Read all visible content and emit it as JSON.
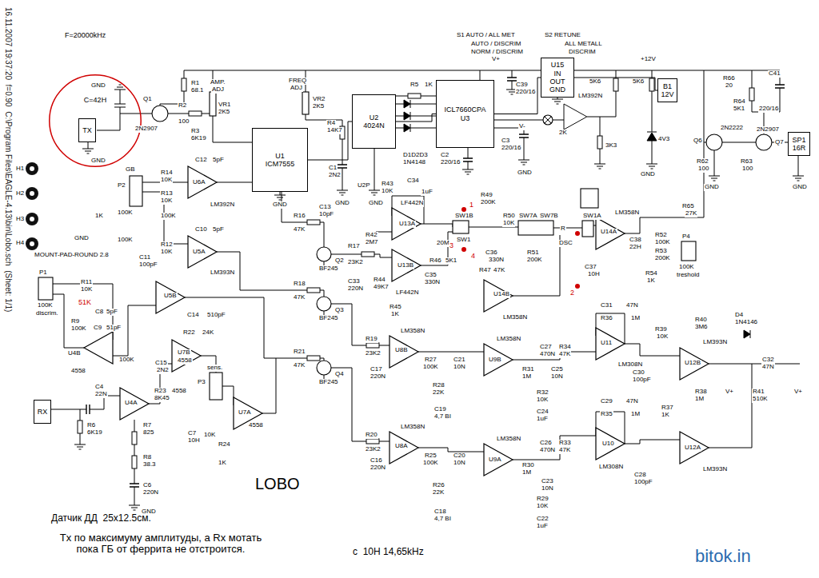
{
  "diagram": {
    "title": "LOBO",
    "nodes": [
      {
        "text": [
          "C=42H"
        ]
      },
      {
        "text": [
          "TX"
        ],
        "in": 0
      },
      {
        "text": [
          "RX"
        ]
      },
      {
        "text": [
          "U1",
          "ICM7555"
        ]
      },
      {
        "text": [
          "U2",
          "4024N"
        ]
      },
      {
        "text": [
          "ICL7660CPA",
          "U3"
        ]
      },
      {
        "text": [
          "U15",
          "IN",
          "OUT",
          "GND"
        ]
      },
      {
        "text": [
          "B1",
          "12V"
        ]
      },
      {
        "text": [
          "SP1",
          "16R"
        ]
      }
    ],
    "edges": [
      {
        "from": 3,
        "to": 4,
        "arrow": "none"
      },
      {
        "from": 4,
        "to": 5,
        "arrow": "none"
      },
      {
        "from": 5,
        "to": 6,
        "arrow": "none"
      },
      {
        "from": 6,
        "to": 7,
        "arrow": "none"
      }
    ],
    "labels": [
      "16.11.2007 19:37:20  f=0.90  C:\\Program Files\\EAGLE-4.13\\bin\\Lobo.sch  (Sheet: 1/1)",
      "F=20000kHz",
      "GND",
      "GND",
      "H1",
      "H2",
      "H3",
      "H4",
      "MOUNT-PAD-ROUND 2.8",
      "R1",
      "68.1",
      "Q1",
      "2N2907",
      "R2",
      "100",
      "R3",
      "6K19",
      "AMP.",
      "ADJ",
      "VR1",
      "2K5",
      "FREQ",
      "ADJ",
      "VR2",
      "2K5",
      "R4",
      "14K7",
      "C1",
      "2N2",
      "GND",
      "GND",
      "U2P",
      "GND",
      "R5",
      "1K",
      "D1D2D3",
      "1N4148",
      "C2",
      "220/16",
      "S1 AUTO / ALL MET",
      "AUTO / DISCRIM",
      "NORM / DISCRIM",
      "S2 RETUNE",
      "ALL METALL",
      "DISCRIM",
      "V+",
      "V-",
      "C39",
      "220/16",
      "C3",
      "220/16",
      "GND",
      "5K6",
      "5K6",
      "+12V",
      "LM392N",
      "2K",
      "3K3",
      "4V3",
      "GND",
      "R66",
      "20",
      "C41",
      "220/16",
      "R64",
      "5K1",
      "Q6",
      "2N2222",
      "Q7",
      "2N2907",
      "R62",
      "100",
      "R63",
      "100",
      "GND",
      "GND",
      "GB",
      "P2",
      "100K",
      "1K",
      "GND",
      "100K",
      "R14",
      "10K",
      "R13",
      "10K",
      "100K",
      "C12",
      "5pF",
      "U6A",
      "LM392N",
      "R12",
      "10K",
      "C10",
      "5pF",
      "U5A",
      "LM393N",
      "C11",
      "100pF",
      "P1",
      "100K",
      "discrim.",
      "R11",
      "10K",
      "51K",
      "C8",
      "5pF",
      "R9",
      "100K",
      "C9",
      "51pF",
      "U5B",
      "U4B",
      "4558",
      "100K",
      "C14",
      "510pF",
      "R22",
      "24K",
      "U7B",
      "4558",
      "C15",
      "2N2",
      "R23",
      "8K45",
      "4558",
      "U4A",
      "C4",
      "22N",
      "R6",
      "6K19",
      "R7",
      "825",
      "C7",
      "10H",
      "R8",
      "38.3",
      "C6",
      "220N",
      "GND",
      "sens.",
      "P3",
      "10K",
      "R24",
      "1K",
      "U7A",
      "4558",
      "C13",
      "10pF",
      "R16",
      "47K",
      "R17",
      "23K2",
      "Q2",
      "BF245",
      "C33",
      "220N",
      "R18",
      "47K",
      "Q3",
      "BF245",
      "R21",
      "47K",
      "Q4",
      "BF245",
      "R19",
      "23K2",
      "C17",
      "220N",
      "R20",
      "23K2",
      "C16",
      "220N",
      "R43",
      "10K",
      "C34",
      "1uF",
      "U13A",
      "LF442N",
      "R42",
      "2M7",
      "20M",
      "U13B",
      "LF442N",
      "R44",
      "49K7",
      "R45",
      "1K",
      "R46",
      "5K1",
      "C35",
      "330N",
      "SW1B",
      "SW1",
      "R49",
      "200K",
      "R50",
      "10K",
      "SW7A",
      "SW7B",
      "R",
      "DSC",
      "SW1A",
      "C36",
      "330N",
      "R47",
      "47K",
      "U14B",
      "LM358N",
      "R51",
      "200K",
      "C37",
      "10H",
      "U14A",
      "LM358N",
      "C38",
      "22H",
      "R52",
      "100K",
      "R53",
      "200K",
      "R54",
      "1K",
      "P4",
      "100K",
      "treshold",
      "R65",
      "27K",
      "1",
      "3",
      "4",
      "2",
      "U8B",
      "LM358N",
      "R27",
      "100K",
      "C21",
      "10N",
      "R28",
      "22K",
      "C19",
      "4,7 BI",
      "U9B",
      "LM358N",
      "R31",
      "1M",
      "C27",
      "470N",
      "R34",
      "47K",
      "C25",
      "10N",
      "R32",
      "10K",
      "C24",
      "1uF",
      "LM308N",
      "U11",
      "C31",
      "47N",
      "R36",
      "1M",
      "R39",
      "10K",
      "C30",
      "100pF",
      "R40",
      "3M6",
      "D4",
      "1N4146",
      "U12B",
      "LM393N",
      "C32",
      "47N",
      "R38",
      "1M",
      "V+",
      "R41",
      "510K",
      "V+",
      "R37",
      "1K",
      "U12A",
      "LM393N",
      "C29",
      "47N",
      "R35",
      "1M",
      "LM308N",
      "U10",
      "C28",
      "100pF",
      "U8A",
      "LM358N",
      "R25",
      "100K",
      "C20",
      "10N",
      "R26",
      "22K",
      "C18",
      "4,7 BI",
      "U9A",
      "LM358N",
      "R30",
      "1M",
      "C26",
      "470N",
      "R33",
      "47K",
      "C23",
      "10N",
      "R29",
      "10K",
      "C22",
      "1uF",
      "Датчик ДД  25x12.5см.",
      "Tx по максимуму амплитуды, а Rx мотать пока ГБ от феррита не отстроится.",
      "с  10Н 14,65kHz",
      "bitok.in"
    ]
  }
}
